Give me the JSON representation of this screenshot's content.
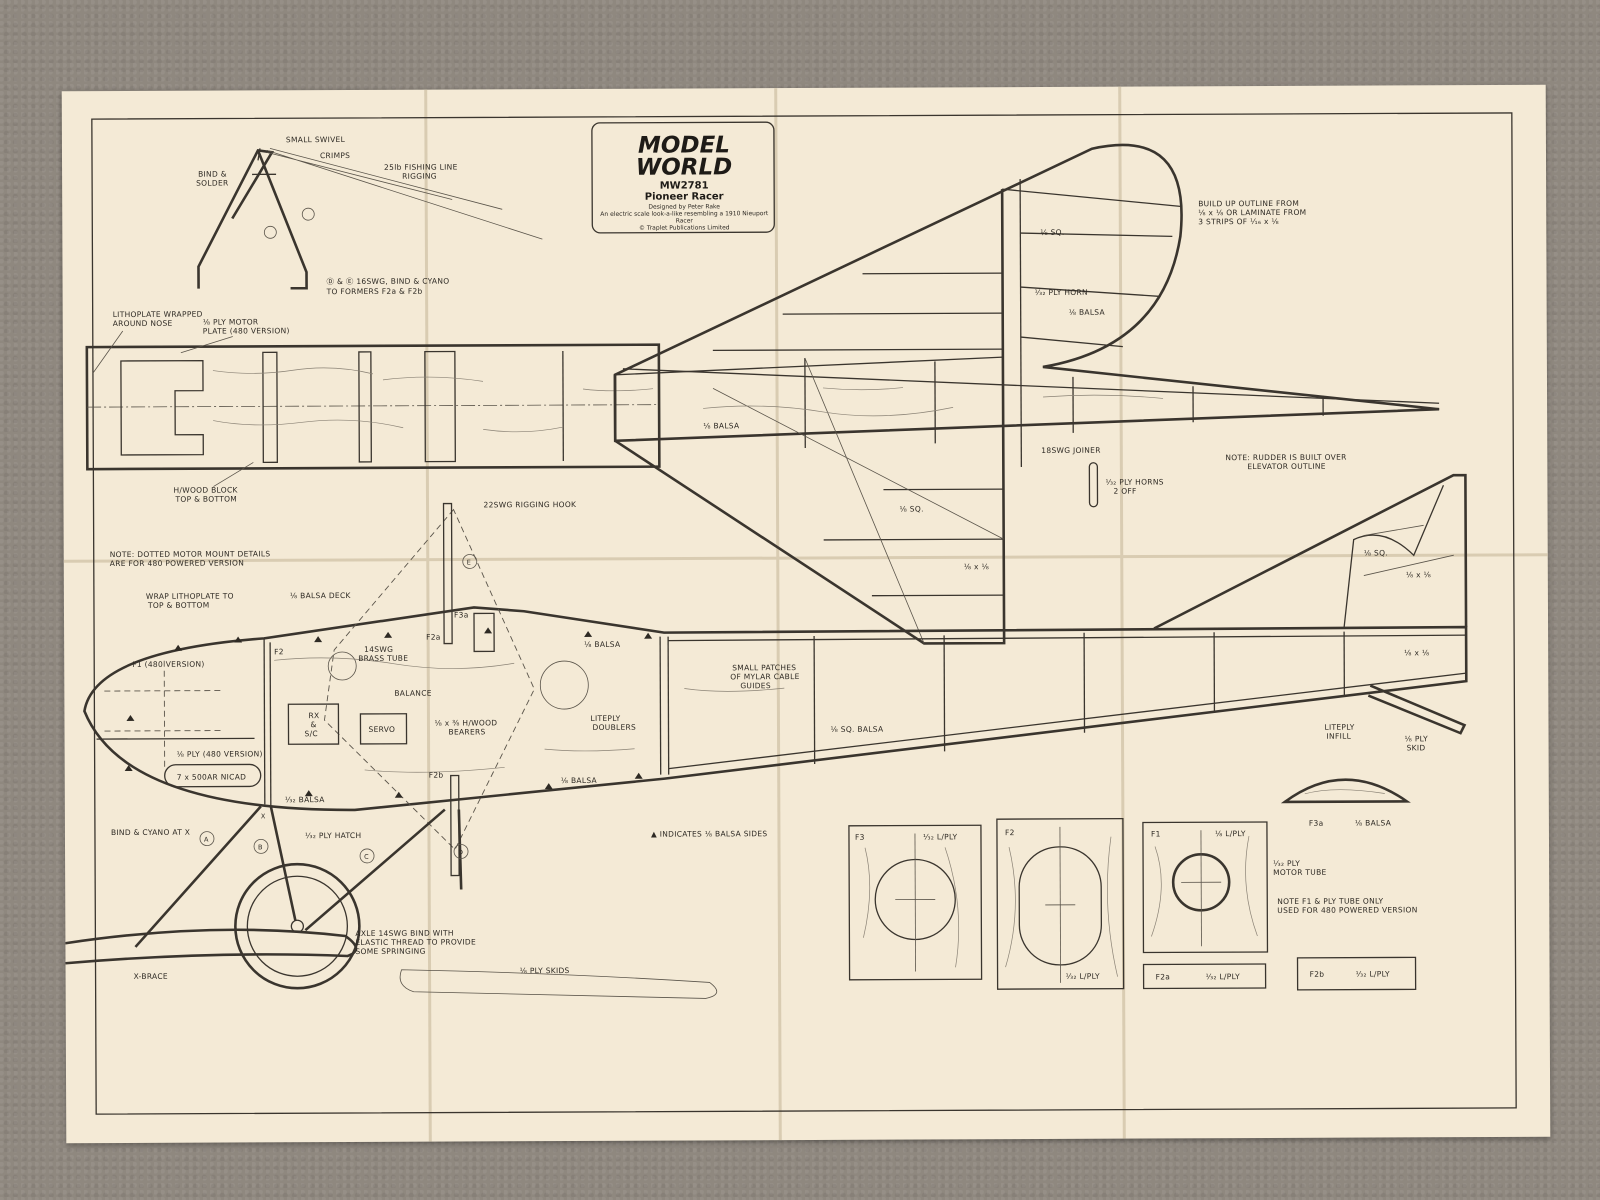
{
  "title_block": {
    "brand_line1": "MODEL",
    "brand_line2": "WORLD",
    "plan_number": "MW2781",
    "plan_name": "Pioneer Racer",
    "designer": "Designed by Peter Rake",
    "description_line1": "An electric scale look-a-like resembling a 1910 Nieuport",
    "description_line2": "Racer",
    "copyright": "© Traplet Publications Limited"
  },
  "labels": {
    "small_swivel": "SMALL SWIVEL",
    "crimps": "CRIMPS",
    "fishing_line_1": "25lb FISHING LINE",
    "fishing_line_2": "RIGGING",
    "bind_solder_1": "BIND &",
    "bind_solder_2": "SOLDER",
    "swg_bind_1": "Ⓓ & Ⓔ 16SWG, BIND & CYANO",
    "swg_bind_2": "TO FORMERS F2a & F2b",
    "lithoplate_nose_1": "LITHOPLATE WRAPPED",
    "lithoplate_nose_2": "AROUND NOSE",
    "ply_motor_plate_1": "⅛ PLY MOTOR",
    "ply_motor_plate_2": "PLATE (480 VERSION)",
    "hwood_block_1": "H/WOOD BLOCK",
    "hwood_block_2": "TOP & BOTTOM",
    "balsa_tail": "⅛ BALSA",
    "sq_tail": "⅛ SQ.",
    "ply_horn": "⅟₃₂ PLY HORN",
    "balsa_horn": "⅛ BALSA",
    "joiner": "18SWG JOINER",
    "build_outline_1": "BUILD UP OUTLINE FROM",
    "build_outline_2": "⅛ x ⅛ OR LAMINATE FROM",
    "build_outline_3": "3 STRIPS OF ⅟₁₆ x ⅛",
    "note_rudder_1": "NOTE: RUDDER IS BUILT OVER",
    "note_rudder_2": "ELEVATOR OUTLINE",
    "ply_horns_1": "⅟₃₂ PLY HORNS",
    "ply_horns_2": "2 OFF",
    "sq_lower": "⅛ SQ.",
    "sq_x_lower": "⅛ x ⅛",
    "rigging_hook": "22SWG RIGGING HOOK",
    "note_dotted_1": "NOTE: DOTTED MOTOR MOUNT DETAILS",
    "note_dotted_2": "ARE FOR 480 POWERED VERSION",
    "wrap_litho_1": "WRAP LITHOPLATE TO",
    "wrap_litho_2": "TOP & BOTTOM",
    "balsa_deck": "⅛ BALSA DECK",
    "f1_480": "F1 (480 VERSION)",
    "f2": "F2",
    "f2a": "F2a",
    "f3a": "F3a",
    "f2b": "F2b",
    "brass_tube_1": "14SWG",
    "brass_tube_2": "BRASS TUBE",
    "balance": "BALANCE",
    "rx_1": "RX",
    "rx_2": "&",
    "rx_3": "S/C",
    "servo": "SERVO",
    "bearers_1": "⅛ x ⅜ H/WOOD",
    "bearers_2": "BEARERS",
    "balsa_fwd": "⅛ BALSA",
    "liteply_doublers_1": "LITEPLY",
    "liteply_doublers_2": "DOUBLERS",
    "ply_480": "⅛ PLY (480 VERSION)",
    "nicad": "7 x 500AR NICAD",
    "balsa_lower": "⅟₃₂ BALSA",
    "balsa_bottom": "⅛ BALSA",
    "ply_hatch": "⅟₃₂ PLY HATCH",
    "bind_cyano_x": "BIND & CYANO AT X",
    "indicates_balsa": "▲ INDICATES ⅛ BALSA SIDES",
    "mylar_1": "SMALL PATCHES",
    "mylar_2": "OF MYLAR CABLE",
    "mylar_3": "GUIDES",
    "sq_balsa": "⅛ SQ. BALSA",
    "liteply_infill_1": "LITEPLY",
    "liteply_infill_2": "INFILL",
    "ply_skid_1": "⅛ PLY",
    "ply_skid_2": "SKID",
    "sq_right": "⅛ SQ.",
    "sq_x_right": "⅛ x ⅛",
    "sq_x_right2": "⅛ x ⅛",
    "axle_1": "AXLE 14SWG BIND WITH",
    "axle_2": "ELASTIC THREAD TO PROVIDE",
    "axle_3": "SOME SPRINGING",
    "x_brace": "X-BRACE",
    "ply_skids": "⅛ PLY SKIDS",
    "former_f3": "F3",
    "former_f3_mat": "⅟₃₂ L/PLY",
    "former_f2": "F2",
    "former_f2_mat": "⅟₃₂ L/PLY",
    "former_f1": "F1",
    "former_f1_mat": "⅛ L/PLY",
    "motor_tube_1": "⅟₃₂ PLY",
    "motor_tube_2": "MOTOR TUBE",
    "note_f1_1": "NOTE F1 & PLY TUBE ONLY",
    "note_f1_2": "USED FOR 480 POWERED VERSION",
    "former_f2a": "F2a",
    "former_f2a_mat": "⅟₃₂ L/PLY",
    "former_f2b": "F2b",
    "former_f2b_mat": "⅟₃₂ L/PLY",
    "former_f3a": "F3a",
    "former_f3a_mat": "⅛ BALSA",
    "wire_a": "A",
    "wire_b": "B",
    "wire_c": "C",
    "wire_d": "D",
    "wire_e": "E",
    "mark_x": "X"
  },
  "colors": {
    "paper": "#f4ead6",
    "ink": "#3a352e",
    "carpet": "#8f887f"
  }
}
